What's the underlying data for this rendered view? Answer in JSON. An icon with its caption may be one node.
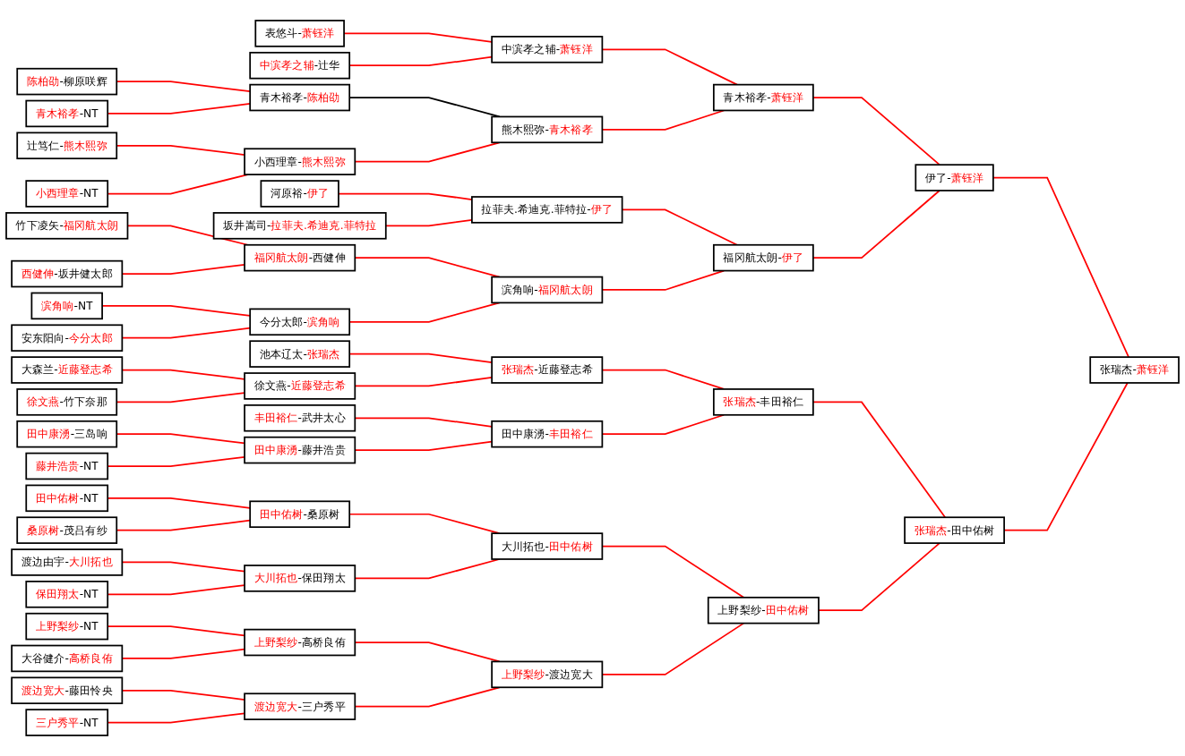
{
  "diagram": {
    "nodes": [
      {
        "text": [
          "陈柏劭-柳原咲辉"
        ]
      },
      {
        "text": [
          "青木裕孝-NT"
        ]
      },
      {
        "text": [
          "辻笃仁-熊木熙弥"
        ]
      },
      {
        "text": [
          "小西理章-NT"
        ]
      },
      {
        "text": [
          "竹下凌矢-福冈航太朗"
        ]
      },
      {
        "text": [
          "西健伸-坂井健太郎"
        ]
      },
      {
        "text": [
          "滨角响-NT"
        ]
      },
      {
        "text": [
          "安东阳向-今分太郎"
        ]
      },
      {
        "text": [
          "大森兰-近藤登志希"
        ]
      },
      {
        "text": [
          "徐文燕-竹下奈那"
        ]
      },
      {
        "text": [
          "田中康湧-三岛响"
        ]
      },
      {
        "text": [
          "藤井浩贵-NT"
        ]
      },
      {
        "text": [
          "田中佑树-NT"
        ]
      },
      {
        "text": [
          "桑原树-茂吕有纱"
        ]
      },
      {
        "text": [
          "渡边由宇-大川拓也"
        ]
      },
      {
        "text": [
          "保田翔太-NT"
        ]
      },
      {
        "text": [
          "上野梨纱-NT"
        ]
      },
      {
        "text": [
          "大谷健介-高桥良侑"
        ]
      },
      {
        "text": [
          "渡边宽大-藤田怜央"
        ]
      },
      {
        "text": [
          "三户秀平-NT"
        ]
      },
      {
        "text": [
          "表悠斗-萧钰洋"
        ]
      },
      {
        "text": [
          "中滨孝之辅-辻华"
        ]
      },
      {
        "text": [
          "青木裕孝-陈柏劭"
        ]
      },
      {
        "text": [
          "小西理章-熊木熙弥"
        ]
      },
      {
        "text": [
          "河原裕-伊了"
        ]
      },
      {
        "text": [
          "坂井嵩司-拉菲夫.希迪克.菲特拉"
        ]
      },
      {
        "text": [
          "福冈航太朗-西健伸"
        ]
      },
      {
        "text": [
          "今分太郎-滨角响"
        ]
      },
      {
        "text": [
          "池本辽太-张瑞杰"
        ]
      },
      {
        "text": [
          "徐文燕-近藤登志希"
        ]
      },
      {
        "text": [
          "丰田裕仁-武井太心"
        ]
      },
      {
        "text": [
          "田中康湧-藤井浩贵"
        ]
      },
      {
        "text": [
          "田中佑树-桑原树"
        ]
      },
      {
        "text": [
          "大川拓也-保田翔太"
        ]
      },
      {
        "text": [
          "上野梨纱-高桥良侑"
        ]
      },
      {
        "text": [
          "渡边宽大-三户秀平"
        ]
      },
      {
        "text": [
          "中滨孝之辅-萧钰洋"
        ]
      },
      {
        "text": [
          "熊木熙弥-青木裕孝"
        ]
      },
      {
        "text": [
          "拉菲夫.希迪克.菲特拉-伊了"
        ]
      },
      {
        "text": [
          "滨角响-福冈航太朗"
        ]
      },
      {
        "text": [
          "张瑞杰-近藤登志希"
        ]
      },
      {
        "text": [
          "田中康湧-丰田裕仁"
        ]
      },
      {
        "text": [
          "大川拓也-田中佑树"
        ]
      },
      {
        "text": [
          "上野梨纱-渡边宽大"
        ]
      },
      {
        "text": [
          "青木裕孝-萧钰洋"
        ]
      },
      {
        "text": [
          "福冈航太朗-伊了"
        ]
      },
      {
        "text": [
          "张瑞杰-丰田裕仁"
        ]
      },
      {
        "text": [
          "上野梨纱-田中佑树"
        ]
      },
      {
        "text": [
          "伊了-萧钰洋"
        ]
      },
      {
        "text": [
          "张瑞杰-田中佑树"
        ]
      },
      {
        "text": [
          "张瑞杰-萧钰洋"
        ]
      }
    ],
    "edges": [
      {
        "from": 0,
        "to": 22,
        "arrow": "none"
      },
      {
        "from": 1,
        "to": 22,
        "arrow": "none"
      },
      {
        "from": 2,
        "to": 23,
        "arrow": "none"
      },
      {
        "from": 3,
        "to": 23,
        "arrow": "none"
      },
      {
        "from": 4,
        "to": 26,
        "arrow": "none"
      },
      {
        "from": 5,
        "to": 26,
        "arrow": "none"
      },
      {
        "from": 6,
        "to": 27,
        "arrow": "none"
      },
      {
        "from": 7,
        "to": 27,
        "arrow": "none"
      },
      {
        "from": 8,
        "to": 29,
        "arrow": "none"
      },
      {
        "from": 9,
        "to": 29,
        "arrow": "none"
      },
      {
        "from": 10,
        "to": 31,
        "arrow": "none"
      },
      {
        "from": 11,
        "to": 31,
        "arrow": "none"
      },
      {
        "from": 12,
        "to": 32,
        "arrow": "none"
      },
      {
        "from": 13,
        "to": 32,
        "arrow": "none"
      },
      {
        "from": 14,
        "to": 33,
        "arrow": "none"
      },
      {
        "from": 15,
        "to": 33,
        "arrow": "none"
      },
      {
        "from": 16,
        "to": 34,
        "arrow": "none"
      },
      {
        "from": 17,
        "to": 34,
        "arrow": "none"
      },
      {
        "from": 18,
        "to": 35,
        "arrow": "none"
      },
      {
        "from": 19,
        "to": 35,
        "arrow": "none"
      },
      {
        "from": 20,
        "to": 36,
        "arrow": "none"
      },
      {
        "from": 21,
        "to": 36,
        "arrow": "none"
      },
      {
        "from": 22,
        "to": 37,
        "arrow": "none",
        "color": "#000000"
      },
      {
        "from": 23,
        "to": 37,
        "arrow": "none"
      },
      {
        "from": 24,
        "to": 38,
        "arrow": "none"
      },
      {
        "from": 25,
        "to": 38,
        "arrow": "none"
      },
      {
        "from": 26,
        "to": 39,
        "arrow": "none"
      },
      {
        "from": 27,
        "to": 39,
        "arrow": "none"
      },
      {
        "from": 28,
        "to": 40,
        "arrow": "none"
      },
      {
        "from": 29,
        "to": 40,
        "arrow": "none"
      },
      {
        "from": 30,
        "to": 41,
        "arrow": "none"
      },
      {
        "from": 31,
        "to": 41,
        "arrow": "none"
      },
      {
        "from": 32,
        "to": 42,
        "arrow": "none"
      },
      {
        "from": 33,
        "to": 42,
        "arrow": "none"
      },
      {
        "from": 34,
        "to": 43,
        "arrow": "none"
      },
      {
        "from": 35,
        "to": 43,
        "arrow": "none"
      },
      {
        "from": 36,
        "to": 44,
        "arrow": "none"
      },
      {
        "from": 37,
        "to": 44,
        "arrow": "none"
      },
      {
        "from": 38,
        "to": 45,
        "arrow": "none"
      },
      {
        "from": 39,
        "to": 45,
        "arrow": "none"
      },
      {
        "from": 40,
        "to": 46,
        "arrow": "none"
      },
      {
        "from": 41,
        "to": 46,
        "arrow": "none"
      },
      {
        "from": 42,
        "to": 47,
        "arrow": "none"
      },
      {
        "from": 43,
        "to": 47,
        "arrow": "none"
      },
      {
        "from": 44,
        "to": 48,
        "arrow": "none"
      },
      {
        "from": 45,
        "to": 48,
        "arrow": "none"
      },
      {
        "from": 46,
        "to": 49,
        "arrow": "none"
      },
      {
        "from": 47,
        "to": 49,
        "arrow": "none"
      },
      {
        "from": 48,
        "to": 50,
        "arrow": "none"
      },
      {
        "from": 49,
        "to": 50,
        "arrow": "none"
      }
    ]
  }
}
